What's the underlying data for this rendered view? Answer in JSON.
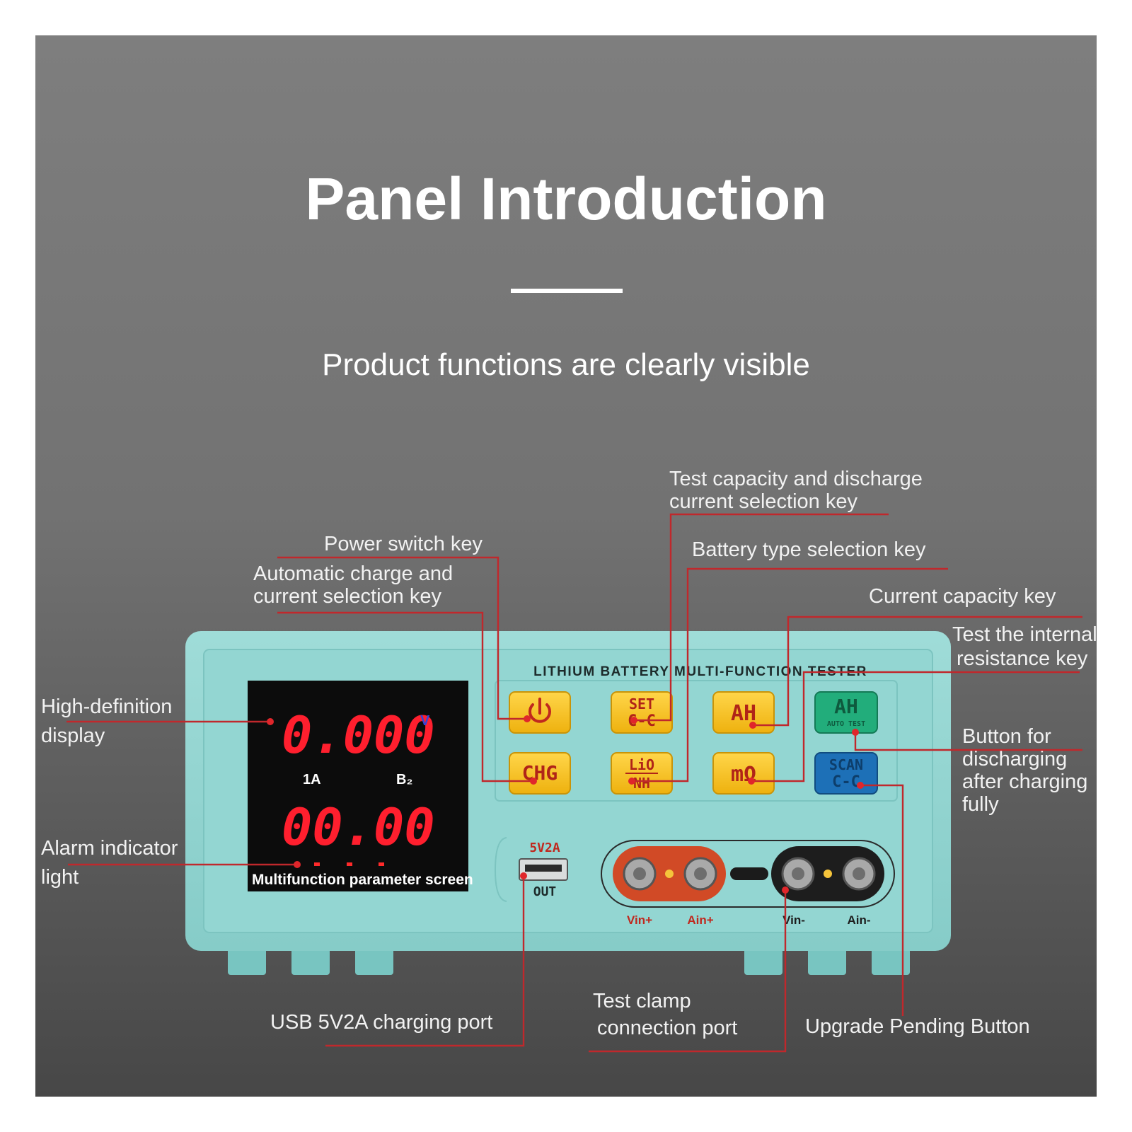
{
  "header": {
    "title": "Panel Introduction",
    "subtitle": "Product functions are clearly visible"
  },
  "device": {
    "brand_text": "LITHIUM BATTERY MULTI-FUNCTION TESTER",
    "display": {
      "voltage": "0.000",
      "voltage_unit": "V",
      "mode_left": "1A",
      "mode_right": "B₂",
      "current": "00.00",
      "caption": "Multifunction parameter screen"
    },
    "keys": {
      "set_top": "SET",
      "set_bottom": "C-C",
      "ah": "AH",
      "ah_auto_top": "AH",
      "ah_auto_sub": "AUTO TEST",
      "chg": "CHG",
      "lio": "LiO",
      "nh": "NH",
      "mohm": "mΩ",
      "scan": "SCAN",
      "scan_sub": "C-C"
    },
    "usb": {
      "top": "5V2A",
      "bottom": "OUT"
    },
    "ports": [
      "Vᴵⁿ+",
      "Aᴵⁿ+",
      "Vᴵⁿ-",
      "Aᴵⁿ-"
    ],
    "port_labels": [
      "Vin+",
      "Ain+",
      "Vin-",
      "Ain-"
    ]
  },
  "callouts": {
    "test_capacity": [
      "Test capacity and discharge",
      "current selection key"
    ],
    "power": "Power switch key",
    "battery_type": "Battery type selection key",
    "auto_charge": [
      "Automatic charge and",
      "current selection key"
    ],
    "current_capacity": "Current capacity key",
    "internal_resistance": [
      "Test the internal",
      "resistance key"
    ],
    "display": [
      "High-definition",
      "display"
    ],
    "discharge_button": [
      "Button for",
      "discharging",
      "after charging",
      "fully"
    ],
    "alarm": [
      "Alarm indicator",
      "light"
    ],
    "usb": "USB 5V2A charging port",
    "clamp": [
      "Test clamp",
      "connection port"
    ],
    "upgrade": "Upgrade Pending Button"
  },
  "colors": {
    "background_top": "#7d7d7d",
    "background_bottom": "#4a4a4a",
    "device_body": "#8fd3cf",
    "key_yellow": "#f7c21a",
    "key_green": "#1fae7a",
    "key_blue": "#1c6fb6",
    "leader_red": "#c0282c",
    "segment_red": "#ff1f2e"
  }
}
